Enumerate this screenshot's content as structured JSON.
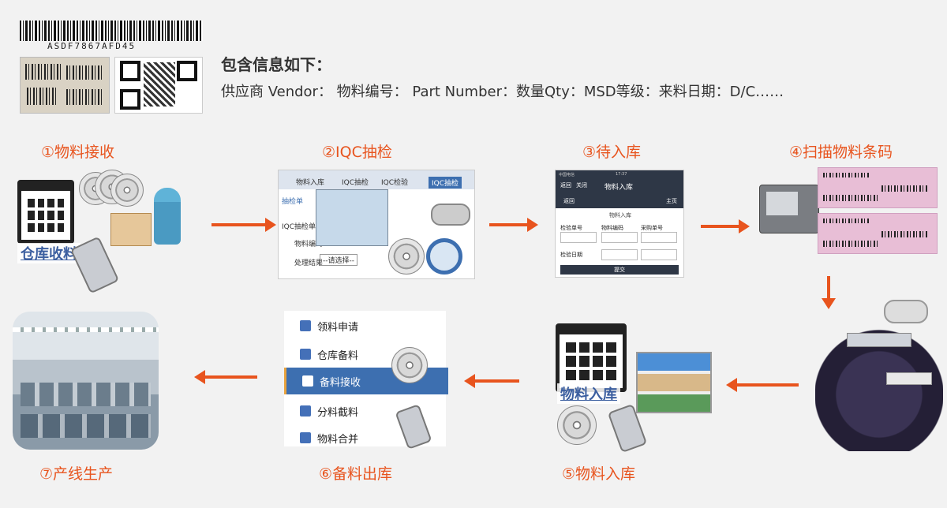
{
  "header": {
    "barcode_text": "ASDF7867AFD45",
    "title": "包含信息如下：",
    "info": "供应商 Vendor：  物料编号：  Part Number：数量Qty：MSD等级：来料日期：D/C……"
  },
  "steps": [
    {
      "title": "①物料接收",
      "caption": "仓库收料"
    },
    {
      "title": "②IQC抽检",
      "form": {
        "tabs": [
          "物料入库",
          "IQC抽检",
          "IQC检验",
          "IQC抽检"
        ],
        "breadcrumb": "抽检单",
        "field1": "IQC抽检单号",
        "field2": "物料编码",
        "field3": "处理结果",
        "select": "--请选择--"
      }
    },
    {
      "title": "③待入库",
      "phone": {
        "carrier": "中国电信",
        "time": "17:37",
        "back": "返回",
        "close": "关闭",
        "screen_title": "物料入库",
        "nav_back": "返回",
        "nav_home": "主页",
        "banner": "物料入库",
        "f1": "检验单号",
        "f2": "物料编码",
        "f3": "采购单号",
        "f4": "检验日期",
        "submit": "提交"
      }
    },
    {
      "title": "④扫描物料条码"
    },
    {
      "title": "⑤物料入库",
      "caption": "物料入库"
    },
    {
      "title": "⑥备料出库",
      "menu": [
        "领料申请",
        "仓库备料",
        "备料接收",
        "分料截料",
        "物料合并"
      ]
    },
    {
      "title": "⑦产线生产"
    }
  ],
  "colors": {
    "accent": "#e8541e",
    "menu_active": "#3d6fb0"
  }
}
